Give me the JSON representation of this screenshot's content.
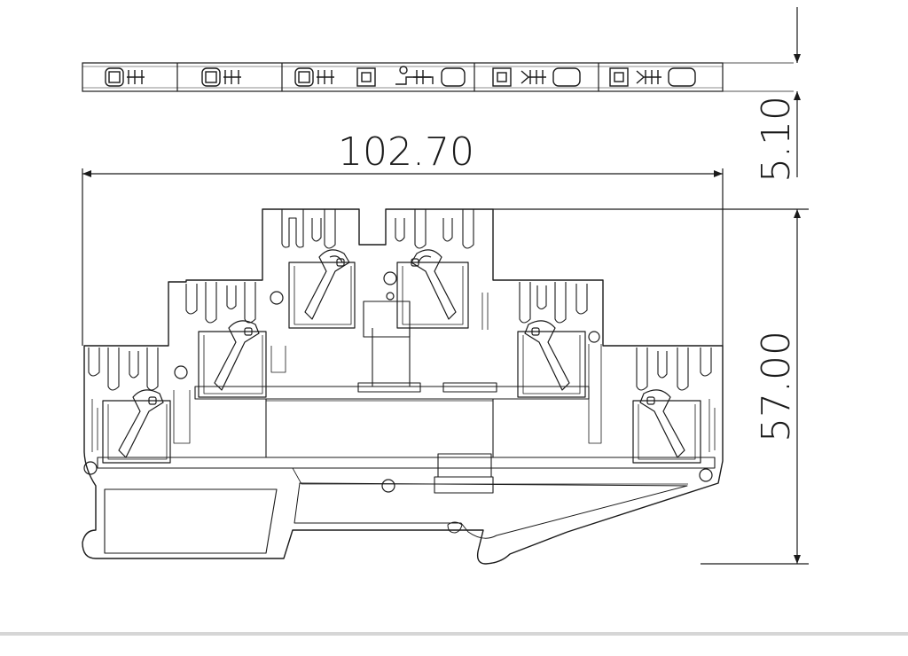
{
  "drawing": {
    "dimensions": {
      "width": "102.70",
      "height": "57.00",
      "thickness": "5.10"
    },
    "colors": {
      "line": "#1a1a1a",
      "background": "#ffffff",
      "separator": "#d6d6d6"
    }
  }
}
